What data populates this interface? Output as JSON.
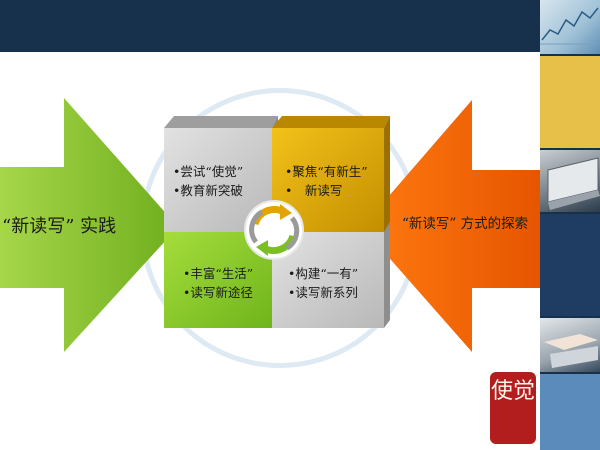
{
  "left_arrow": {
    "label": "“新读写” 实践"
  },
  "right_arrow": {
    "label": "“新读写” 方式的探索"
  },
  "quadrants": [
    {
      "lines": [
        "•尝试“使觉”",
        "•教育新突破"
      ]
    },
    {
      "lines": [
        "•聚焦“有新生”",
        "•　新读写"
      ]
    },
    {
      "lines": [
        "•丰富“生活”",
        "•读写新途径"
      ]
    },
    {
      "lines": [
        "•构建“一有”",
        "•读写新系列"
      ]
    }
  ],
  "seal": {
    "text": "使觉"
  },
  "colors": {
    "dark_navy": "#17304b",
    "green": "#8cc63f",
    "orange": "#f06a00",
    "gold": "#e7b200",
    "gray_block": "#c9c9c9"
  },
  "icons": [
    "cycle-arrows-icon"
  ]
}
